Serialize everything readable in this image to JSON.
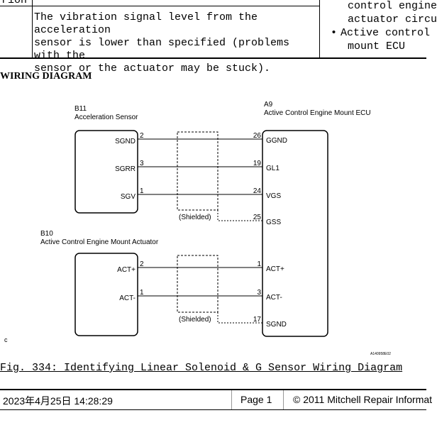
{
  "top_table": {
    "cell_fragment": "rion",
    "condition_text": "The vibration signal level from the acceleration\nsensor is lower than specified (problems with the\nsensor or the actuator may be stuck).",
    "trouble_area_line1": "control engine",
    "trouble_area_line2": "actuator circu",
    "trouble_area_bullet": "Active control",
    "trouble_area_line4": "mount ECU"
  },
  "section_heading": "WIRING DIAGRAM",
  "diagram": {
    "b11_code": "B11",
    "b11_name": "Acceleration Sensor",
    "a9_code": "A9",
    "a9_name": "Active Control Engine Mount ECU",
    "b10_code": "B10",
    "b10_name": "Active Control Engine Mount Actuator",
    "shielded_label": "(Shielded)",
    "sensor_pins": [
      {
        "name": "SGND",
        "num": "2"
      },
      {
        "name": "SGRR",
        "num": "3"
      },
      {
        "name": "SGV",
        "num": "1"
      }
    ],
    "actuator_pins": [
      {
        "name": "ACT+",
        "num": "2"
      },
      {
        "name": "ACT-",
        "num": "1"
      }
    ],
    "ecu_pins": [
      {
        "name": "GGND",
        "num": "26"
      },
      {
        "name": "GL1",
        "num": "19"
      },
      {
        "name": "VGS",
        "num": "24"
      },
      {
        "name": "GSS",
        "num": "25"
      },
      {
        "name": "ACT+",
        "num": "1"
      },
      {
        "name": "ACT-",
        "num": "3"
      },
      {
        "name": "SGND",
        "num": "17"
      }
    ],
    "corner_mark": "c",
    "figure_code": "A140958E02"
  },
  "caption": "Fig. 334: Identifying Linear Solenoid & G Sensor Wiring Diagram",
  "footer": {
    "datetime": "2023年4月25日  14:28:29",
    "page": "Page 1",
    "copyright": "© 2011 Mitchell Repair Informat"
  }
}
